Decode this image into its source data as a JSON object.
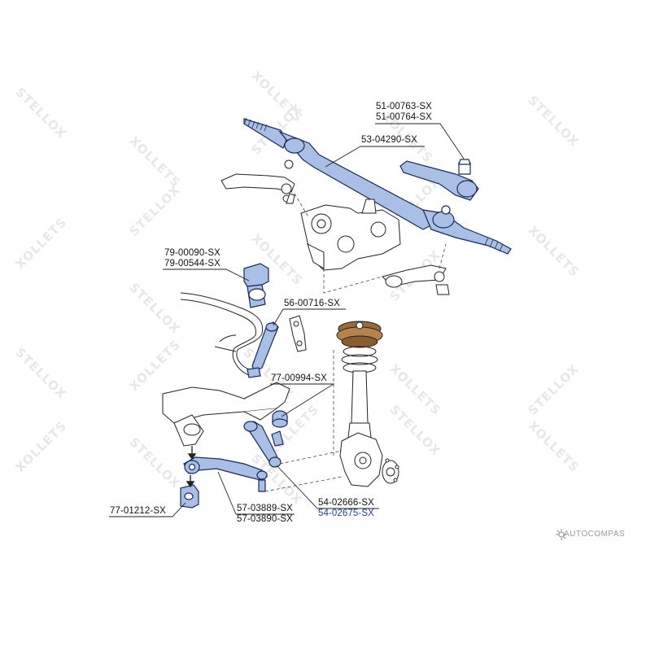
{
  "watermark": {
    "brand": "STELLOX",
    "brand_mirrored": "XOLLETS"
  },
  "footer_brand": "AUTOCOMPAS",
  "colors": {
    "part_highlight": "#a9bfe6",
    "part_outline": "#1b2a55",
    "drawing_line": "#222222",
    "strut_mount": "#9a6a3c",
    "label_blue": "#1e3f8f"
  },
  "callouts": [
    {
      "id": "tie-rod-end",
      "codes": [
        "51-00763-SX",
        "51-00764-SX"
      ]
    },
    {
      "id": "tie-rod",
      "codes": [
        "53-04290-SX"
      ]
    },
    {
      "id": "stabilizer-bushing",
      "codes": [
        "79-00090-SX",
        "79-00544-SX"
      ]
    },
    {
      "id": "stabilizer-link",
      "codes": [
        "56-00716-SX"
      ]
    },
    {
      "id": "arm-bushing",
      "codes": [
        "77-00994-SX"
      ]
    },
    {
      "id": "rear-bushing",
      "codes": [
        "77-01212-SX"
      ]
    },
    {
      "id": "lower-control-arm",
      "codes": [
        "57-03889-SX",
        "57-03890-SX"
      ]
    },
    {
      "id": "upper-control-arm",
      "codes": [
        "54-02666-SX",
        "54-02675-SX"
      ]
    }
  ]
}
